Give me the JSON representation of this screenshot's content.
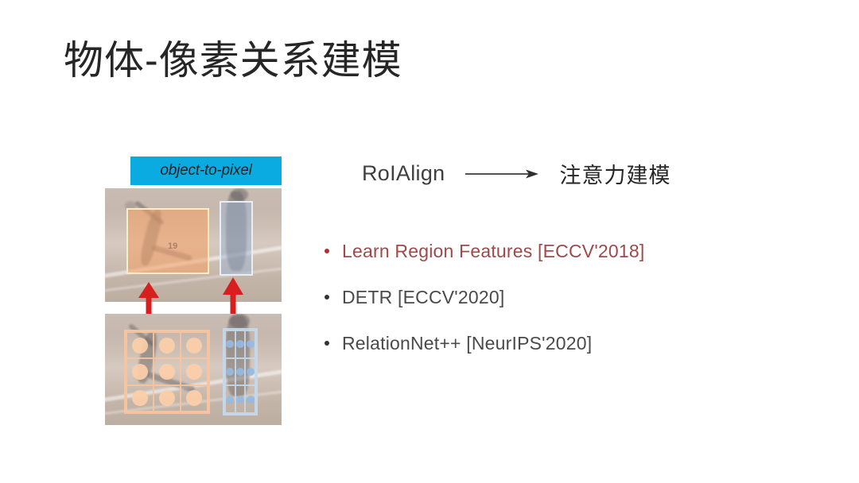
{
  "slide": {
    "title": "物体-像素关系建模"
  },
  "figure": {
    "caption": "object-to-pixel",
    "caption_bg": "#0aabe0",
    "jersey_number": "19",
    "arrow_color": "#d81f1f",
    "top_image_name": "baseball-field-with-object-boxes",
    "bottom_image_name": "baseball-field-with-roialign-grids"
  },
  "flow": {
    "source_label": "RoIAlign",
    "arrow": "⟶",
    "target_label": "注意力建模"
  },
  "bullets": [
    {
      "text": "Learn Region Features [ECCV'2018]",
      "color": "#9e4a4a",
      "dot_color": "#b03030"
    },
    {
      "text": "DETR [ECCV'2020]",
      "color": "#4a4a4a",
      "dot_color": "#333333"
    },
    {
      "text": "RelationNet++ [NeurIPS'2020]",
      "color": "#4a4a4a",
      "dot_color": "#333333"
    }
  ]
}
